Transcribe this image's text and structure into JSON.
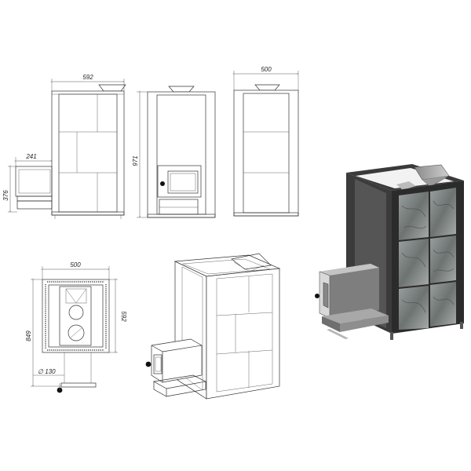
{
  "dimensions": {
    "front_width": "592",
    "firebox_length": "241",
    "door_height": "376",
    "total_height": "971",
    "side_depth": "500",
    "plan_width": "500",
    "plan_depth_outer": "849",
    "plan_depth_inner": "592",
    "flue_diameter": "∅ 130"
  },
  "colors": {
    "line": "#333333",
    "stone": "#8a8f8e",
    "stone_dark": "#4d5250",
    "steel_dark": "#2b2b2b",
    "steel_mid": "#6b6b6b"
  }
}
